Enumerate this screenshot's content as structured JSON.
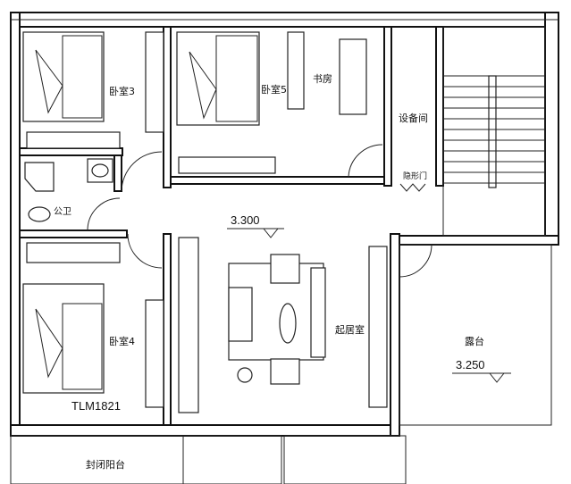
{
  "rooms": {
    "bedroom3": "卧室3",
    "bedroom5": "卧室5",
    "study": "书房",
    "equipment_room": "设备间",
    "hidden_door": "隐形门",
    "public_bathroom": "公卫",
    "bedroom4": "卧室4",
    "living_room": "起居室",
    "terrace": "露台",
    "enclosed_balcony": "封闭阳台"
  },
  "elevations": {
    "floor": "3.300",
    "terrace": "3.250"
  },
  "door_code": "TLM1821"
}
